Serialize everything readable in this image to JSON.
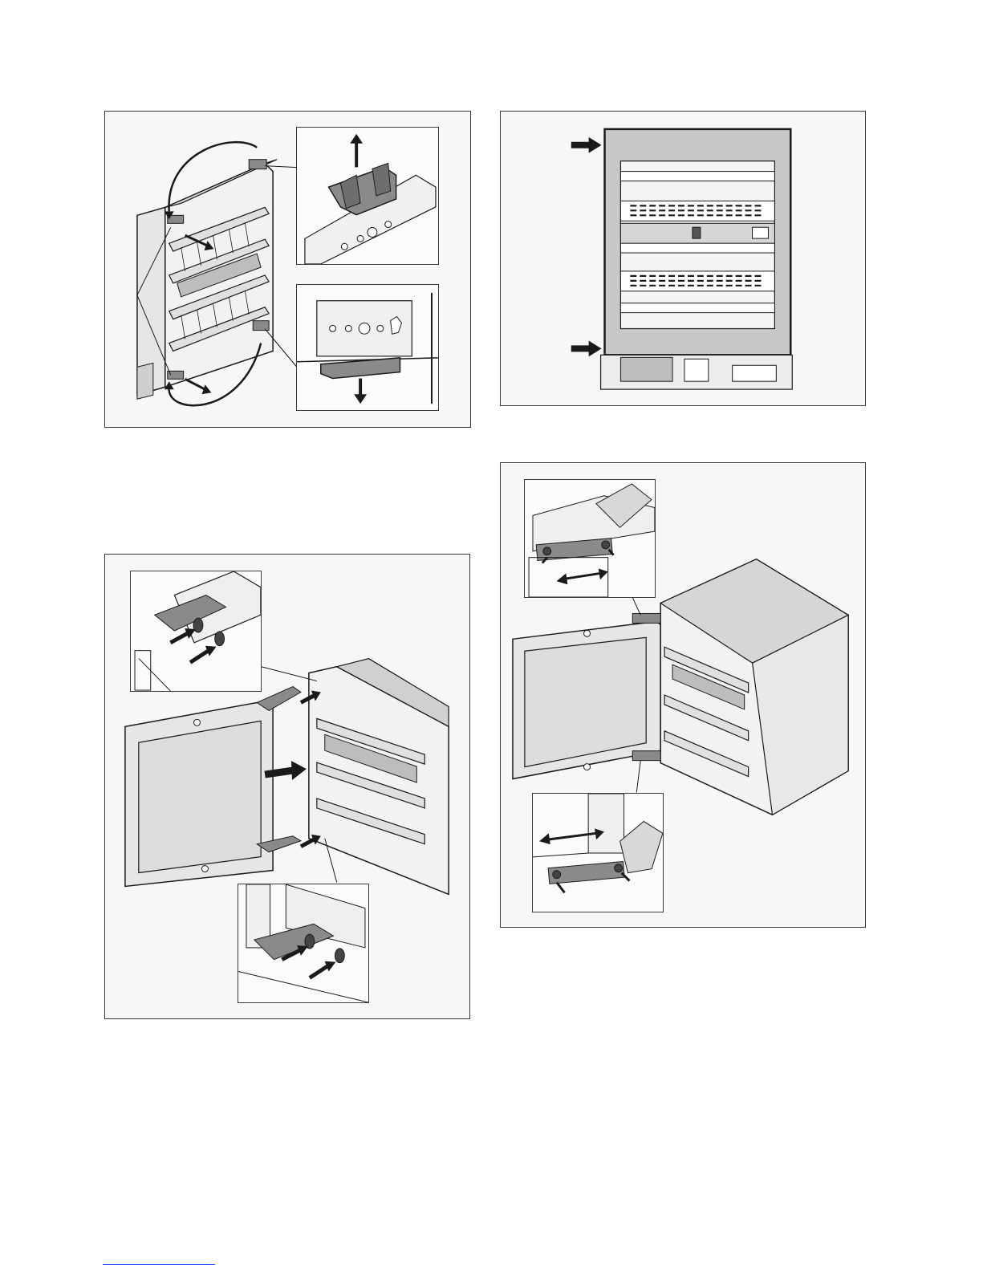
{
  "page": {
    "figures": [
      {
        "id": "fig-hinge-removal",
        "insets": 2
      },
      {
        "id": "fig-front-view",
        "insets": 0
      },
      {
        "id": "fig-door-attach",
        "insets": 2
      },
      {
        "id": "fig-door-adjust",
        "insets": 2
      }
    ]
  },
  "colors": {
    "line": "#1a1a1a",
    "panel_bg": "#f7f7f7",
    "part_gray": "#8a8a8a",
    "door_glass": "#dcdcdc",
    "frame_gray": "#c8c8c8",
    "footer_link": "#1a3cff"
  },
  "footer": {
    "link_text": ""
  }
}
